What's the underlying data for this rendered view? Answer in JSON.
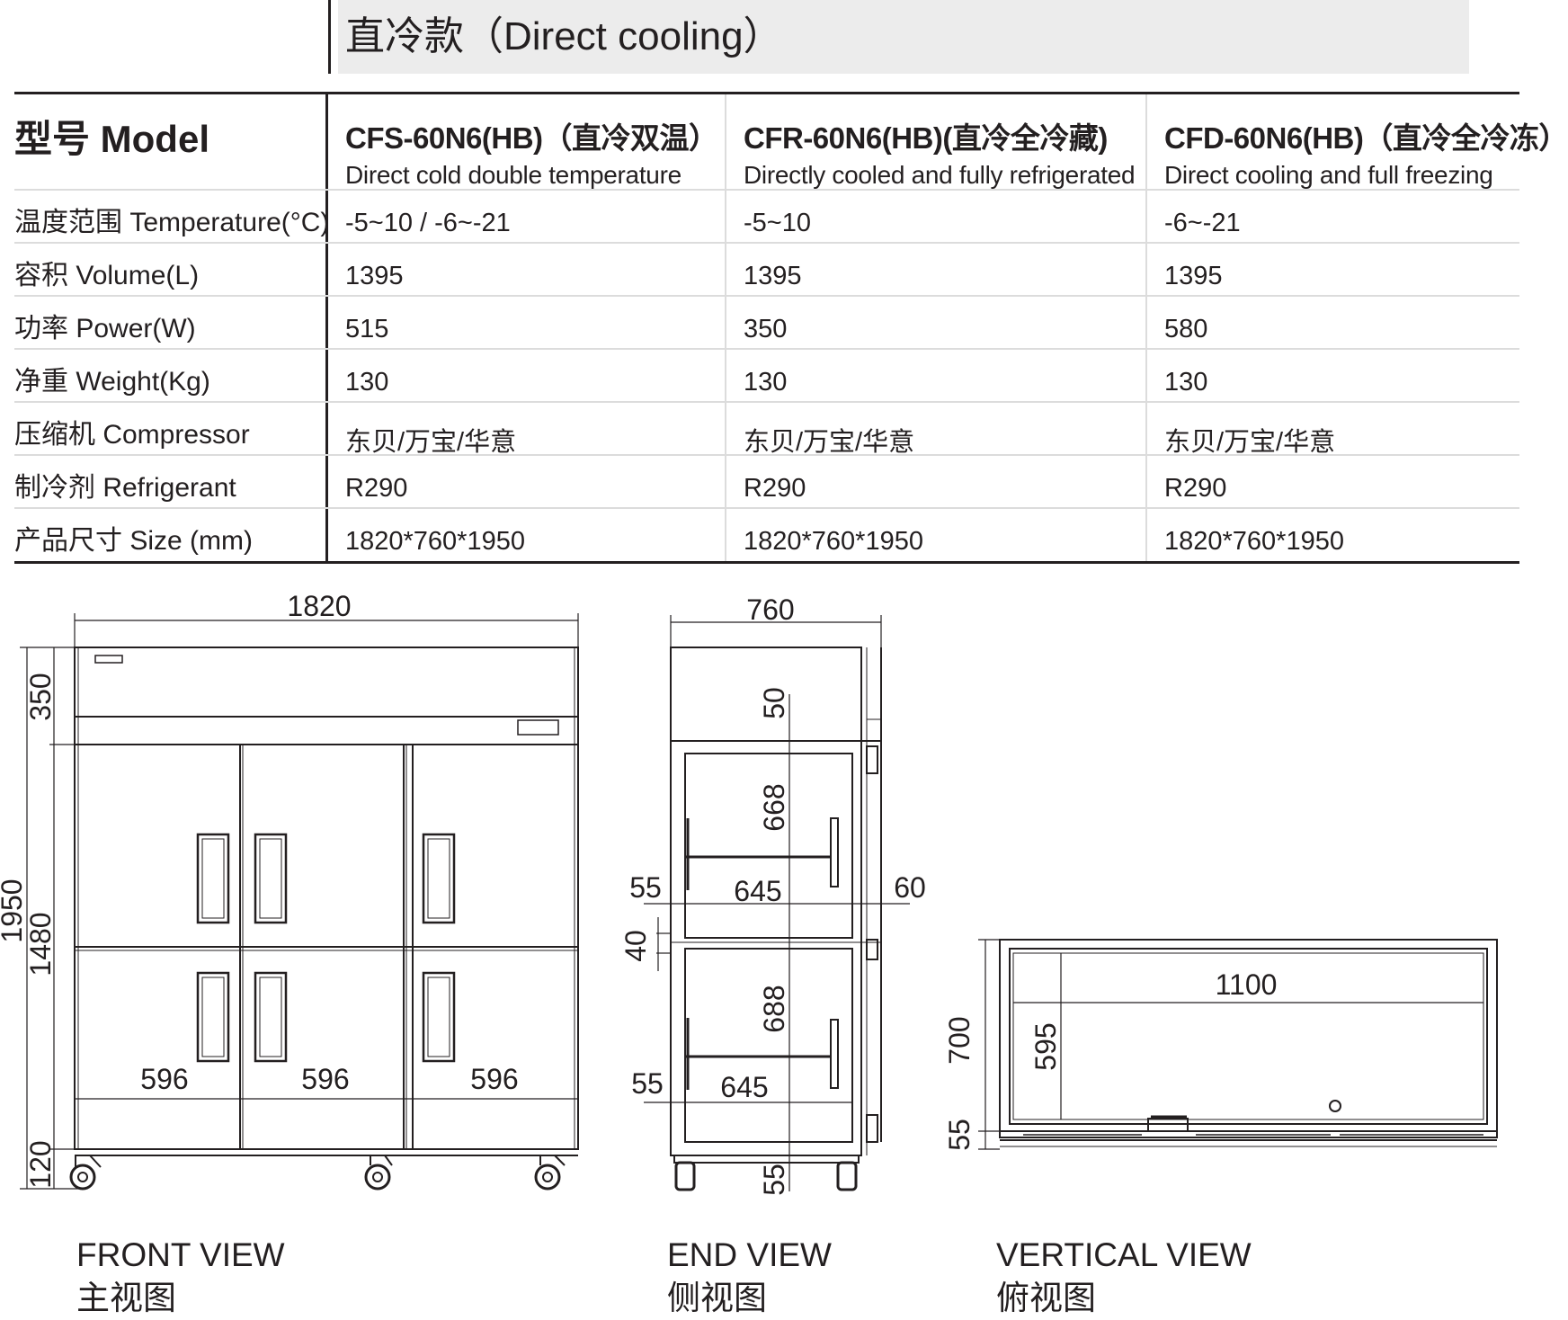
{
  "banner": "直冷款（Direct cooling）",
  "spec": {
    "model_label": "型号 Model",
    "models": [
      {
        "name": "CFS-60N6(HB)（直冷双温）",
        "sub": "Direct cold double temperature"
      },
      {
        "name": "CFR-60N6(HB)(直冷全冷藏)",
        "sub": "Directly cooled and fully refrigerated"
      },
      {
        "name": "CFD-60N6(HB)（直冷全冷冻）",
        "sub": "Direct cooling and full freezing"
      }
    ],
    "rows": [
      {
        "label": "温度范围 Temperature(°C)",
        "values": [
          "-5~10  /  -6~-21",
          "-5~10",
          "-6~-21"
        ]
      },
      {
        "label": "容积 Volume(L)",
        "values": [
          "1395",
          "1395",
          "1395"
        ]
      },
      {
        "label": "功率 Power(W)",
        "values": [
          "515",
          "350",
          "580"
        ]
      },
      {
        "label": "净重 Weight(Kg)",
        "values": [
          "130",
          "130",
          "130"
        ]
      },
      {
        "label": "压缩机 Compressor",
        "values": [
          "东贝/万宝/华意",
          "东贝/万宝/华意",
          "东贝/万宝/华意"
        ]
      },
      {
        "label": "制冷剂 Refrigerant",
        "values": [
          "R290",
          "R290",
          "R290"
        ]
      },
      {
        "label": "产品尺寸 Size (mm)",
        "values": [
          "1820*760*1950",
          "1820*760*1950",
          "1820*760*1950"
        ]
      }
    ]
  },
  "front": {
    "width": "1820",
    "height_total": "1950",
    "top_h": "350",
    "door_h": "1480",
    "base_h": "120",
    "door_w1": "596",
    "door_w2": "596",
    "door_w3": "596",
    "title_en": "FRONT VIEW",
    "title_cn": "主视图"
  },
  "end": {
    "depth": "760",
    "top_gap": "50",
    "upper_h": "668",
    "inner_w_upper": "645",
    "side_upper": "55",
    "side_right": "60",
    "mid_gap": "40",
    "lower_h": "688",
    "inner_w_lower": "645",
    "side_lower": "55",
    "base_h": "55",
    "title_en": "END VIEW",
    "title_cn": "侧视图"
  },
  "top": {
    "depth": "700",
    "inner_depth": "595",
    "inner_w": "1100",
    "front_gap": "55",
    "title_en": "VERTICAL VIEW",
    "title_cn": "俯视图"
  }
}
